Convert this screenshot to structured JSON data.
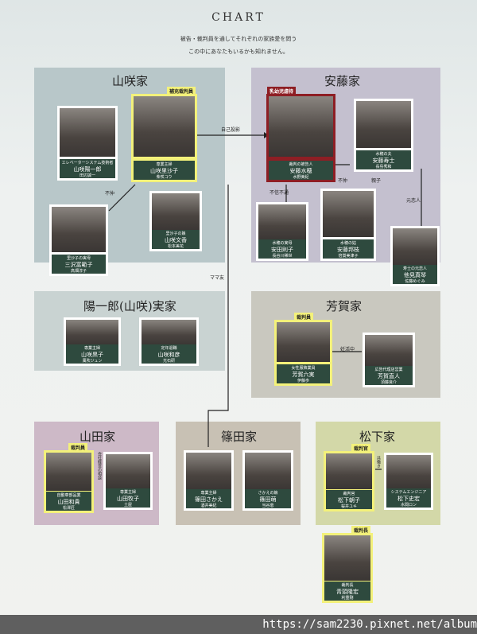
{
  "header": {
    "title": "CHART",
    "subtitle_line1": "被告・裁判員を通してそれぞれの家族愛を問う",
    "subtitle_line2": "この中にあなたもいるかも知れません。"
  },
  "families": {
    "yamasaki": "山咲家",
    "ando": "安藤家",
    "yoichiro": "陽一郎(山咲)実家",
    "haga": "芳賀家",
    "yamada": "山田家",
    "shinoda": "篠田家",
    "matsushita": "松下家"
  },
  "badges": {
    "hoju": "補充裁判員",
    "nyuyoji": "乳幼児虐待",
    "saibanin_haga": "裁判員",
    "saibanin_yamada": "裁判員",
    "saibankan": "裁判官",
    "saibancho": "裁判長"
  },
  "relations": {
    "jiko_toei": "自己投影",
    "fuwa_yamasaki": "不仲",
    "mama_tomo": "ママ友",
    "fuwa_ando": "不仲",
    "oyako": "親子",
    "futo": "不信不通",
    "onjin": "元恋人",
    "ninkatsu": "妊活中",
    "yamada_side": "会社経営の相談",
    "kyodo": "共働き"
  },
  "people": {
    "yamasaki_kazuya": {
      "role": "エレベーターシステム技術者",
      "name": "山咲陽一郎",
      "actor": "田辺誠一"
    },
    "yamasaki_risako": {
      "role": "専業主婦",
      "name": "山咲里沙子",
      "actor": "柴咲コウ"
    },
    "mother_in_law": {
      "role": "里沙子の実母",
      "name": "三沢富範子",
      "actor": "高畑淳子"
    },
    "daughter": {
      "role": "里沙子の娘",
      "name": "山咲文香",
      "actor": "松本美花"
    },
    "ando_mizuho": {
      "role": "裁判の被告人",
      "name": "安藤水穂",
      "actor": "水野美紀"
    },
    "ando_husband": {
      "role": "水穂の夫",
      "name": "安藤寿士",
      "actor": "長島秀和"
    },
    "mizuho_mother": {
      "role": "水穂の実母",
      "name": "安田則子",
      "actor": "長谷川稀世"
    },
    "ando_mother": {
      "role": "水穂の姑",
      "name": "安藤邦枝",
      "actor": "倍賞美津子"
    },
    "ex_lover": {
      "role": "寿士の元恋人",
      "name": "他見真琴",
      "actor": "佐藤めぐみ"
    },
    "yoichiro_mother": {
      "role": "専業主婦",
      "name": "山咲黒子",
      "actor": "風吹ジュン"
    },
    "yoichiro_father": {
      "role": "定年退職",
      "name": "山咲和彦",
      "actor": "光石研"
    },
    "haga_wife": {
      "role": "女性服飾業員",
      "name": "芳賀六実",
      "actor": "伊藤歩"
    },
    "haga_husband": {
      "role": "広告代理店営業",
      "name": "芳賀直人",
      "actor": "須藤良介"
    },
    "yamada_husband": {
      "role": "自動車部品業",
      "name": "山田和貴",
      "actor": "松澤匠"
    },
    "yamada_wife": {
      "role": "専業主婦",
      "name": "山田牧子",
      "actor": "土屋"
    },
    "shinoda_wife": {
      "role": "専業主婦",
      "name": "篠田さかえ",
      "actor": "酒井美紀"
    },
    "shinoda_daughter": {
      "role": "さかえの娘",
      "name": "篠田萌",
      "actor": "当谷恵"
    },
    "matsushita_judge": {
      "role": "裁判官",
      "name": "松下朝子",
      "actor": "桜井ユキ"
    },
    "matsushita_husband": {
      "role": "システムエンジニア",
      "name": "松下史宏",
      "actor": "水間ロン"
    },
    "chief_judge": {
      "role": "裁判長",
      "name": "青頭隆宏",
      "actor": "利重剛"
    }
  },
  "footer": {
    "url": "https://sam2230.pixnet.net/album"
  }
}
